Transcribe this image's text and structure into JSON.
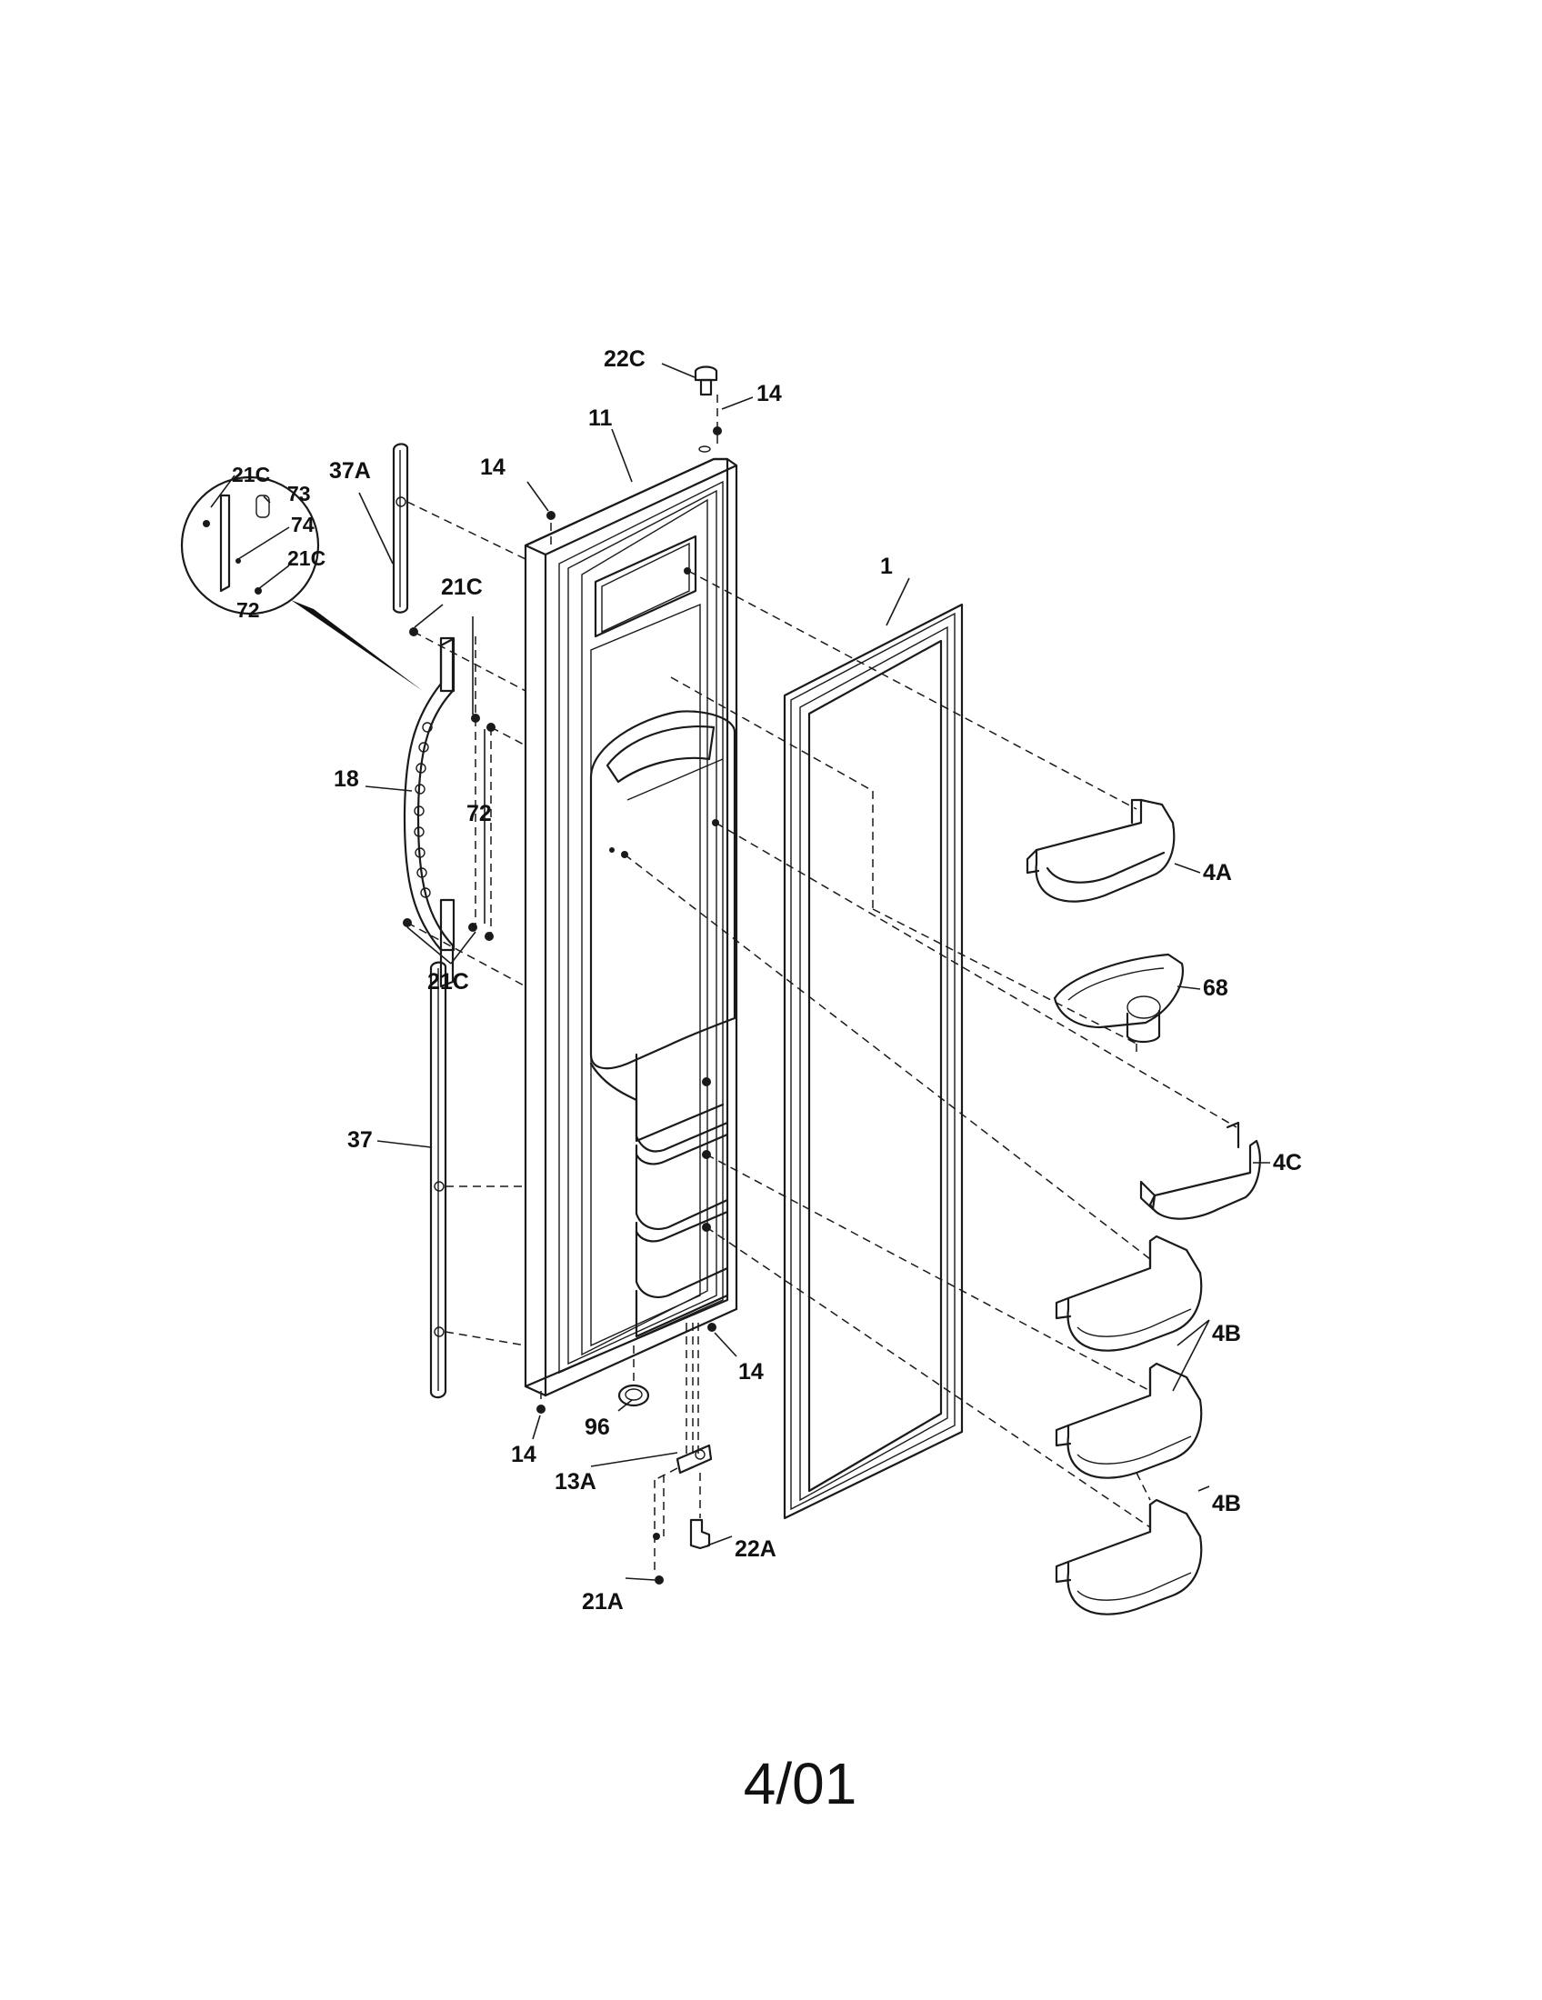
{
  "footer": {
    "date": "4/01"
  },
  "callouts": {
    "c22C_top": "22C",
    "c14_topright": "14",
    "c11": "11",
    "c14_topleft": "14",
    "c37A": "37A",
    "c21C_det1": "21C",
    "c73": "73",
    "c74": "74",
    "c21C_det2": "21C",
    "c72_det": "72",
    "c21C_upper": "21C",
    "c1": "1",
    "c18": "18",
    "c72_mid": "72",
    "c4A": "4A",
    "c68": "68",
    "c21C_lower": "21C",
    "c4C": "4C",
    "c37": "37",
    "c4B_mid": "4B",
    "c14_bottomright": "14",
    "c96": "96",
    "c14_bottomleft": "14",
    "c13A": "13A",
    "c4B_bottom": "4B",
    "c22A": "22A",
    "c21A": "21A"
  }
}
